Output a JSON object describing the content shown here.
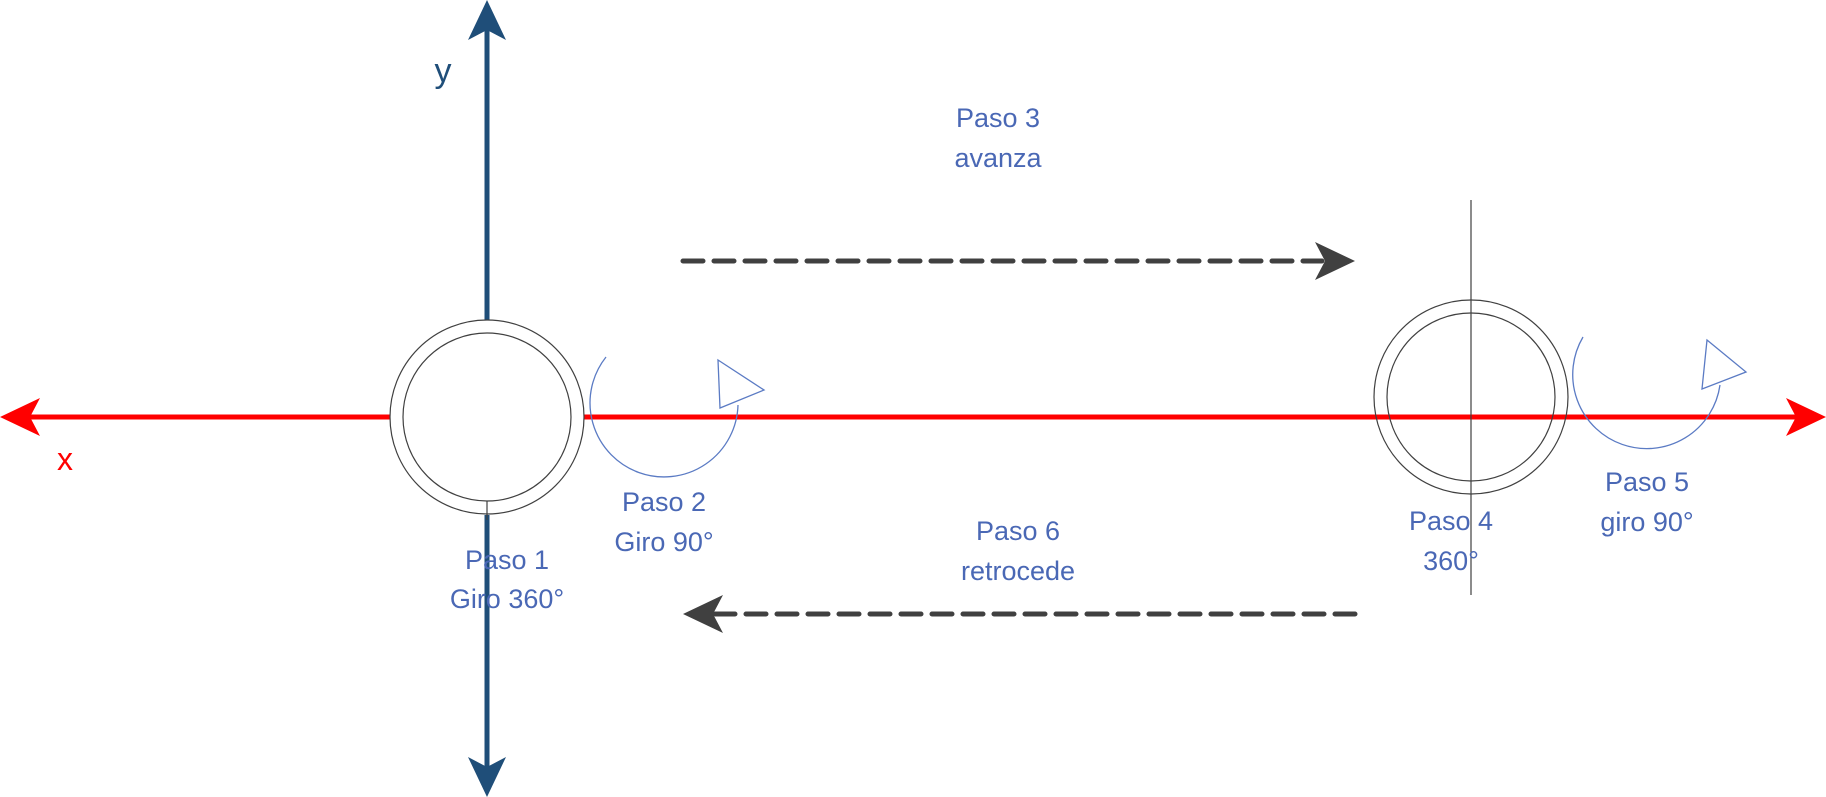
{
  "diagram": {
    "axis_x_label": "x",
    "axis_y_label": "y",
    "step1": {
      "line1": "Paso 1",
      "line2": "Giro 360°"
    },
    "step2": {
      "line1": "Paso 2",
      "line2": "Giro 90°"
    },
    "step3": {
      "line1": "Paso 3",
      "line2": "avanza"
    },
    "step4": {
      "line1": "Paso 4",
      "line2": "360°"
    },
    "step5": {
      "line1": "Paso 5",
      "line2": "giro 90°"
    },
    "step6": {
      "line1": "Paso 6",
      "line2": "retrocede"
    }
  },
  "colors": {
    "x_axis": "#ff0000",
    "y_axis": "#1f4e79",
    "label_text": "#4a68b5",
    "dashed_arrow": "#404040",
    "circle_stroke": "#404040",
    "rotation_arrow": "#5b7bc4"
  }
}
